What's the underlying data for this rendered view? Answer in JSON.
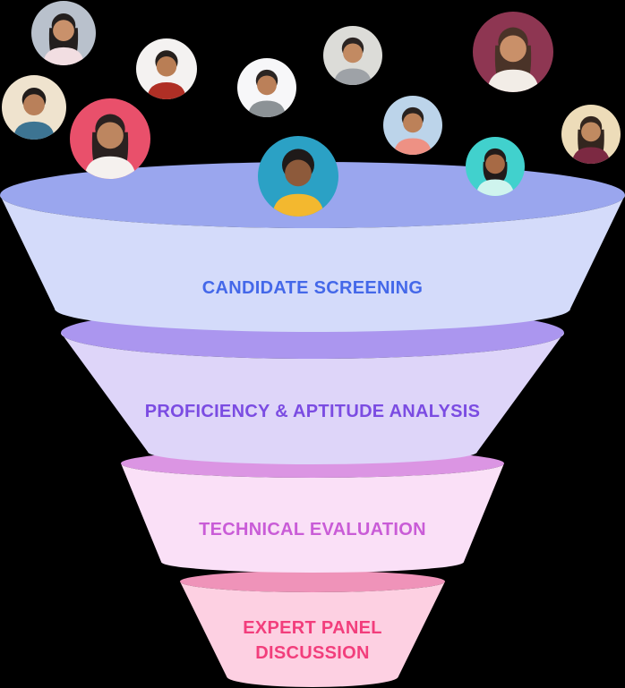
{
  "page": {
    "background_color": "#000000",
    "title": "Recruitment funnel diagram"
  },
  "funnel": {
    "sections": [
      {
        "label": "CANDIDATE SCREENING",
        "rim_color": "#9AA6EE",
        "body_color": "#D4DBFA",
        "text_color": "#4468E9"
      },
      {
        "label": "PROFICIENCY & APTITUDE ANALYSIS",
        "rim_color": "#AB96EF",
        "body_color": "#DED5F9",
        "text_color": "#7B4CE2"
      },
      {
        "label": "TECHNICAL EVALUATION",
        "rim_color": "#DB95E3",
        "body_color": "#FAE0F7",
        "text_color": "#C95CD7"
      },
      {
        "label": "EXPERT PANEL DISCUSSION",
        "label_line1": "EXPERT PANEL",
        "label_line2": "DISCUSSION",
        "rim_color": "#EF93B9",
        "body_color": "#FDD0E2",
        "text_color": "#F23E7C"
      }
    ]
  },
  "avatars": [
    {
      "desc": "woman long dark hair, pale pink top, blue-gray background",
      "bg": "#B9C1CC",
      "hair": "#241F1E",
      "skin": "#C9916B",
      "shirt": "#F2DEE2"
    },
    {
      "desc": "smiling man, red shirt, white background",
      "bg": "#F4F2F1",
      "hair": "#26201D",
      "skin": "#B97E55",
      "shirt": "#AF2F25"
    },
    {
      "desc": "bearded man, blue jacket, cream background",
      "bg": "#EFE3CE",
      "hair": "#211C1A",
      "skin": "#B9805A",
      "shirt": "#3D7492"
    },
    {
      "desc": "woman long dark hair, white shirt, crimson background",
      "bg": "#E9506B",
      "hair": "#2A2120",
      "skin": "#BD8660",
      "shirt": "#F5F1EE"
    },
    {
      "desc": "man gray sweater, white background",
      "bg": "#F7F7F9",
      "hair": "#2B2523",
      "skin": "#BB8059",
      "shirt": "#8C9296"
    },
    {
      "desc": "curly-haired man, yellow shirt, teal background",
      "bg": "#2BA1C5",
      "hair": "#1F1A19",
      "skin": "#8D5A3B",
      "shirt": "#F3B82F"
    },
    {
      "desc": "woman in gray blazer, office background",
      "bg": "#DCDCD8",
      "hair": "#2B2422",
      "skin": "#C28A62",
      "shirt": "#9EA2A7"
    },
    {
      "desc": "woman long brown hair, white top, maroon background",
      "bg": "#8E3652",
      "hair": "#4A3328",
      "skin": "#C99069",
      "shirt": "#F2EDE7"
    },
    {
      "desc": "bearded man, salmon shirt, light blue background",
      "bg": "#BCD4EA",
      "hair": "#29221F",
      "skin": "#BC8159",
      "shirt": "#EE9184"
    },
    {
      "desc": "woman short dark hair, mint top, turquoise background",
      "bg": "#41D1CD",
      "hair": "#211B1A",
      "skin": "#A76A45",
      "shirt": "#CFF4EE"
    },
    {
      "desc": "woman long dark hair, maroon turtleneck, cream background",
      "bg": "#EDDCB9",
      "hair": "#33261F",
      "skin": "#C08A61",
      "shirt": "#7C2942"
    }
  ]
}
